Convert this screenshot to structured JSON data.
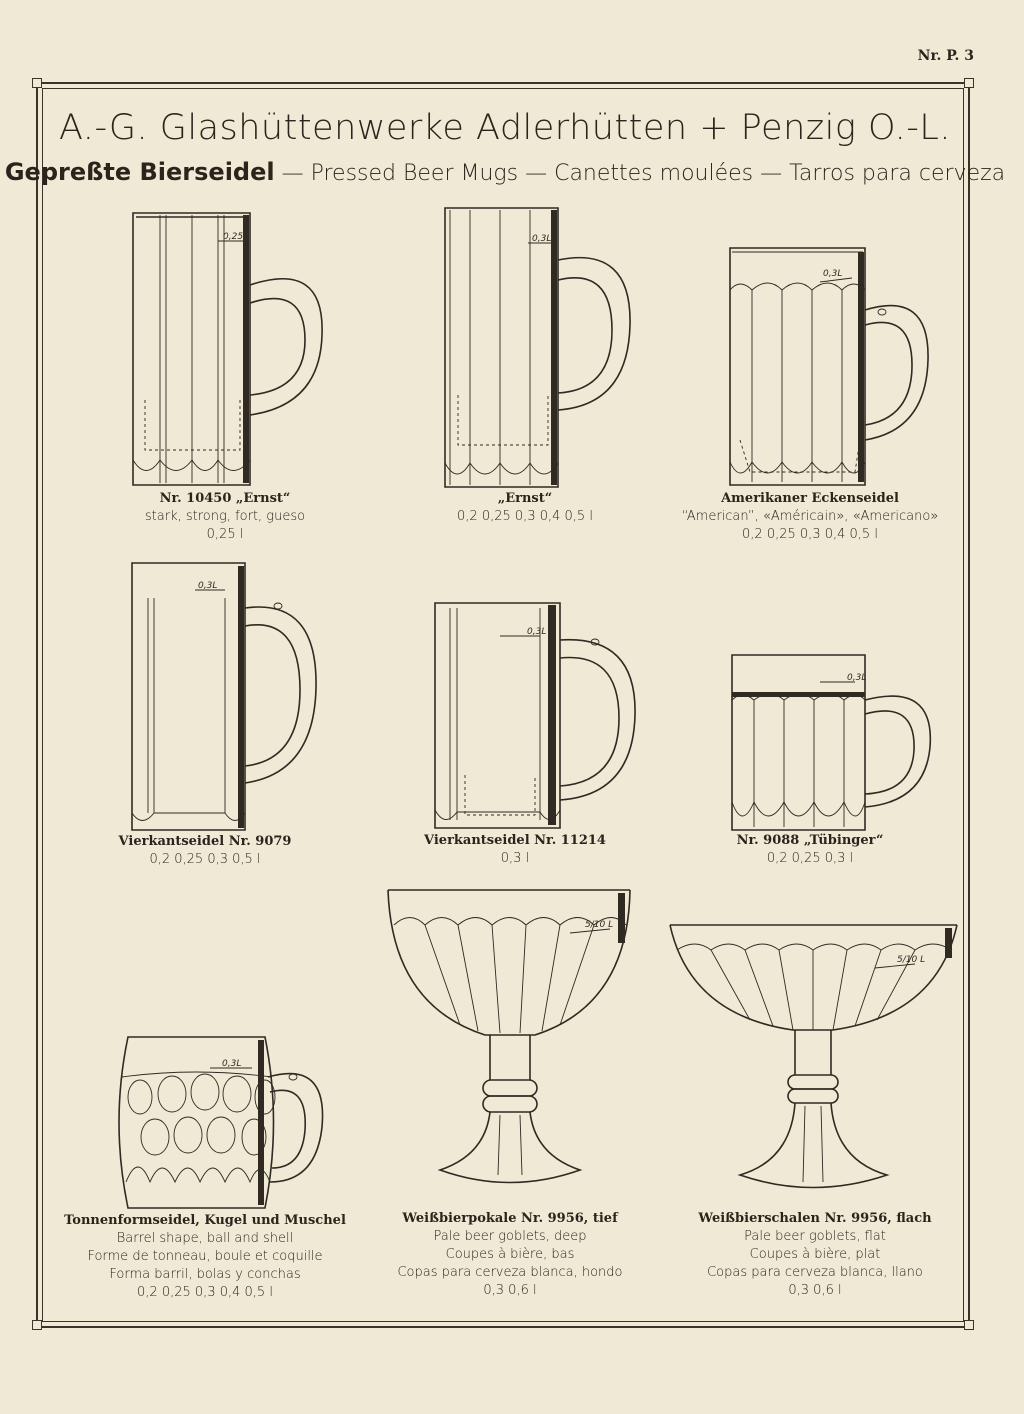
{
  "page_number": "Nr. P. 3",
  "header": {
    "title": "A.-G. Glashüttenwerke Adlerhütten + Penzig O.-L.",
    "subtitle_bold": "Gepreßte Bierseidel",
    "subtitle_rest": " — Pressed Beer Mugs — Canettes moulées — Tarros para cerveza"
  },
  "items": [
    {
      "name": "Nr. 10450 „Ernst“",
      "lines": [
        "stark, strong, fort, gueso",
        "0,25 l"
      ],
      "mark": "0,25L"
    },
    {
      "name": "„Ernst“",
      "lines": [
        "0,2 0,25 0,3 0,4 0,5 l"
      ],
      "mark": "0,3L"
    },
    {
      "name": "Amerikaner Eckenseidel",
      "lines": [
        "“American”, «Américain», «Americano»",
        "0,2 0,25 0,3 0,4 0,5 l"
      ],
      "mark": "0,3L"
    },
    {
      "name": "Vierkantseidel Nr. 9079",
      "lines": [
        "0,2 0,25 0,3 0,5 l"
      ],
      "mark": "0,3L"
    },
    {
      "name": "Vierkantseidel Nr. 11214",
      "lines": [
        "0,3 l"
      ],
      "mark": "0,3L"
    },
    {
      "name": "Nr. 9088 „Tübinger“",
      "lines": [
        "0,2 0,25 0,3 l"
      ],
      "mark": "0,3L"
    },
    {
      "name": "Tonnenformseidel, Kugel und Muschel",
      "lines": [
        "Barrel shape, ball and shell",
        "Forme de tonneau, boule et coquille",
        "Forma barril, bolas y conchas",
        "0,2 0,25 0,3 0,4 0,5 l"
      ],
      "mark": "0,3L"
    },
    {
      "name": "Weißbierpokale Nr. 9956, tief",
      "lines": [
        "Pale beer goblets, deep",
        "Coupes à bière, bas",
        "Copas para cerveza blanca, hondo",
        "0,3 0,6 l"
      ],
      "mark": "5/10 L"
    },
    {
      "name": "Weißbierschalen Nr. 9956, flach",
      "lines": [
        "Pale beer goblets, flat",
        "Coupes à bière, plat",
        "Copas para cerveza blanca, llano",
        "0,3 0,6 l"
      ],
      "mark": "5/10 L"
    }
  ]
}
